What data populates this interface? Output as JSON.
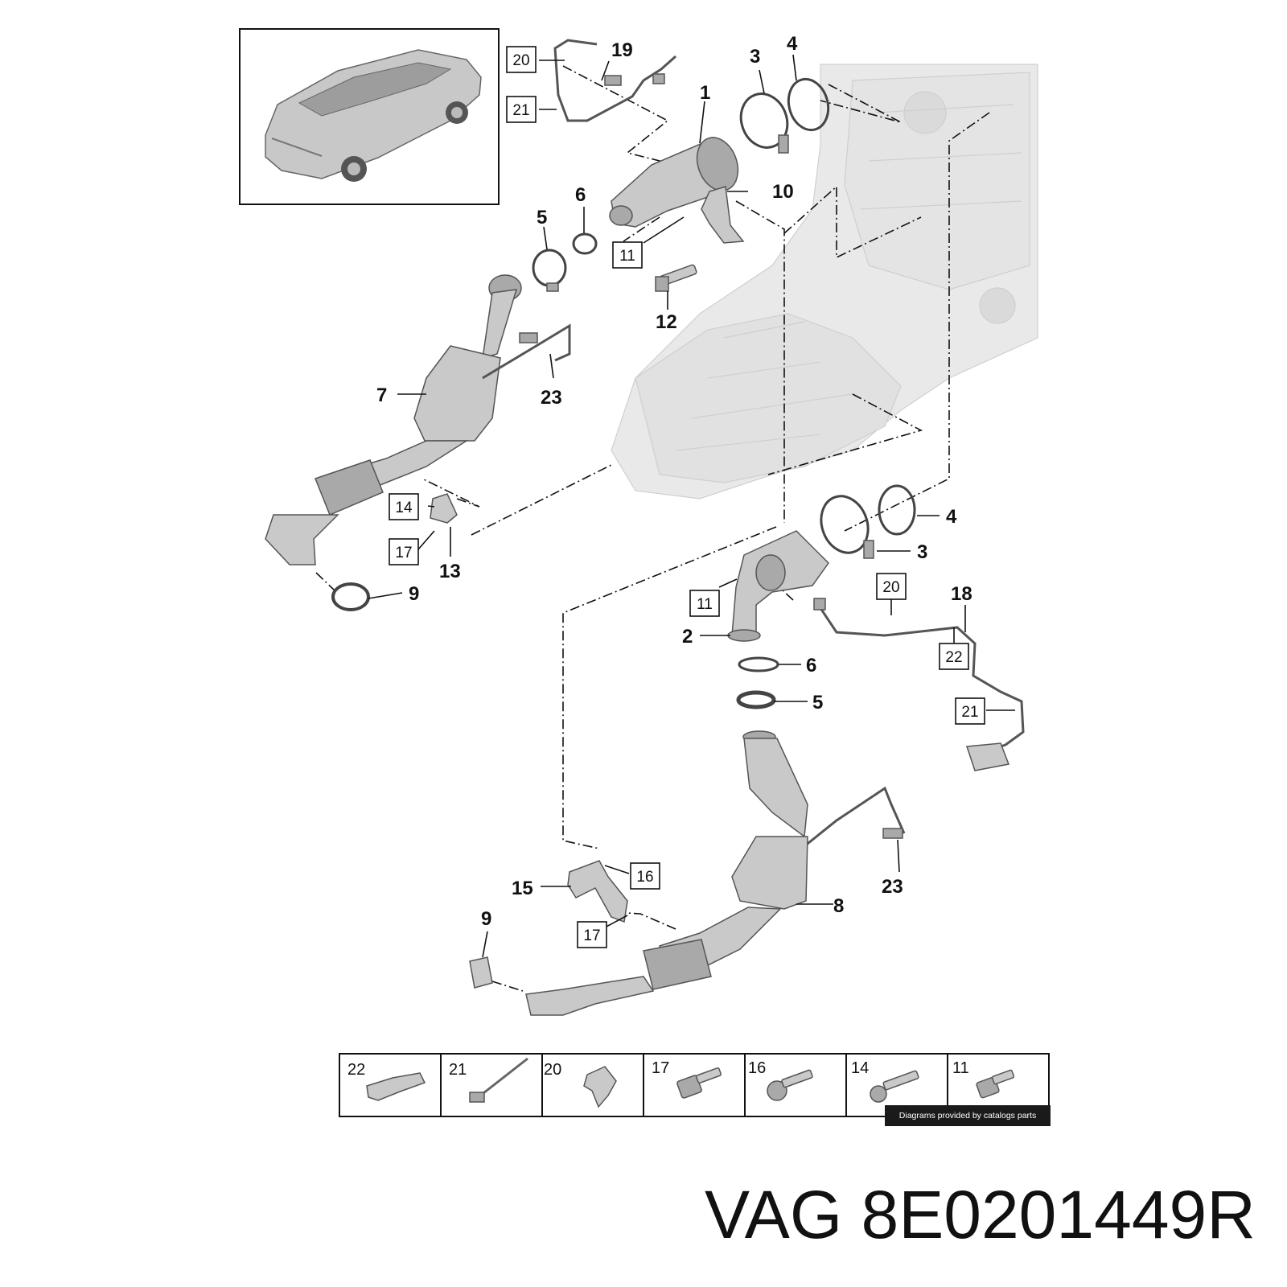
{
  "callouts": {
    "c1": "1",
    "c2": "2",
    "c3a": "3",
    "c3b": "3",
    "c4a": "4",
    "c4b": "4",
    "c5a": "5",
    "c5b": "5",
    "c6a": "6",
    "c6b": "6",
    "c7": "7",
    "c8": "8",
    "c9a": "9",
    "c9b": "9",
    "c10": "10",
    "c12": "12",
    "c13": "13",
    "c15": "15",
    "c18": "18",
    "c19": "19",
    "c23a": "23",
    "c23b": "23"
  },
  "boxed_callouts": {
    "b20a": "20",
    "b21a": "21",
    "b11a": "11",
    "b14": "14",
    "b17a": "17",
    "b11b": "11",
    "b20b": "20",
    "b22": "22",
    "b21b": "21",
    "b16": "16",
    "b17b": "17"
  },
  "fastener_table": [
    "22",
    "21",
    "20",
    "17",
    "16",
    "14",
    "11"
  ],
  "credit": "Diagrams provided by catalogs parts",
  "part_number": "VAG 8E0201449R"
}
